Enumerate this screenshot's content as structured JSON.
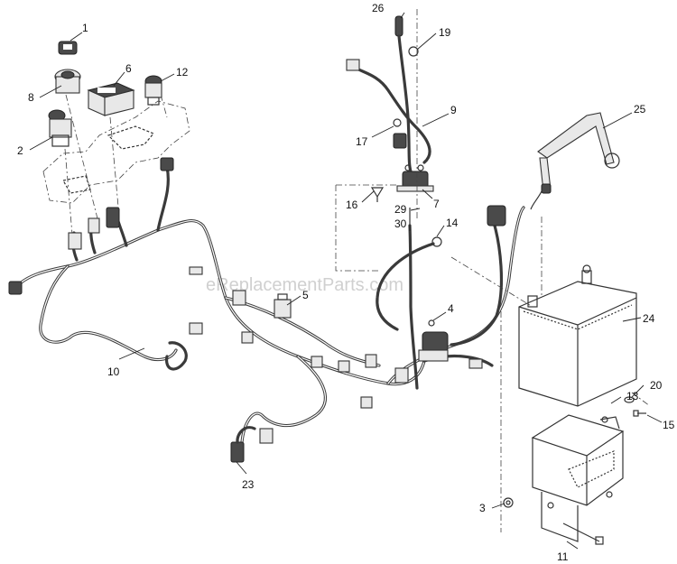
{
  "watermark": "eReplacementParts.com",
  "callouts": [
    "1",
    "2",
    "3",
    "4",
    "5",
    "6",
    "7",
    "8",
    "9",
    "10",
    "11",
    "12",
    "13",
    "14",
    "15",
    "16",
    "17",
    "19",
    "20",
    "23",
    "24",
    "25",
    "26",
    "29",
    "30"
  ]
}
